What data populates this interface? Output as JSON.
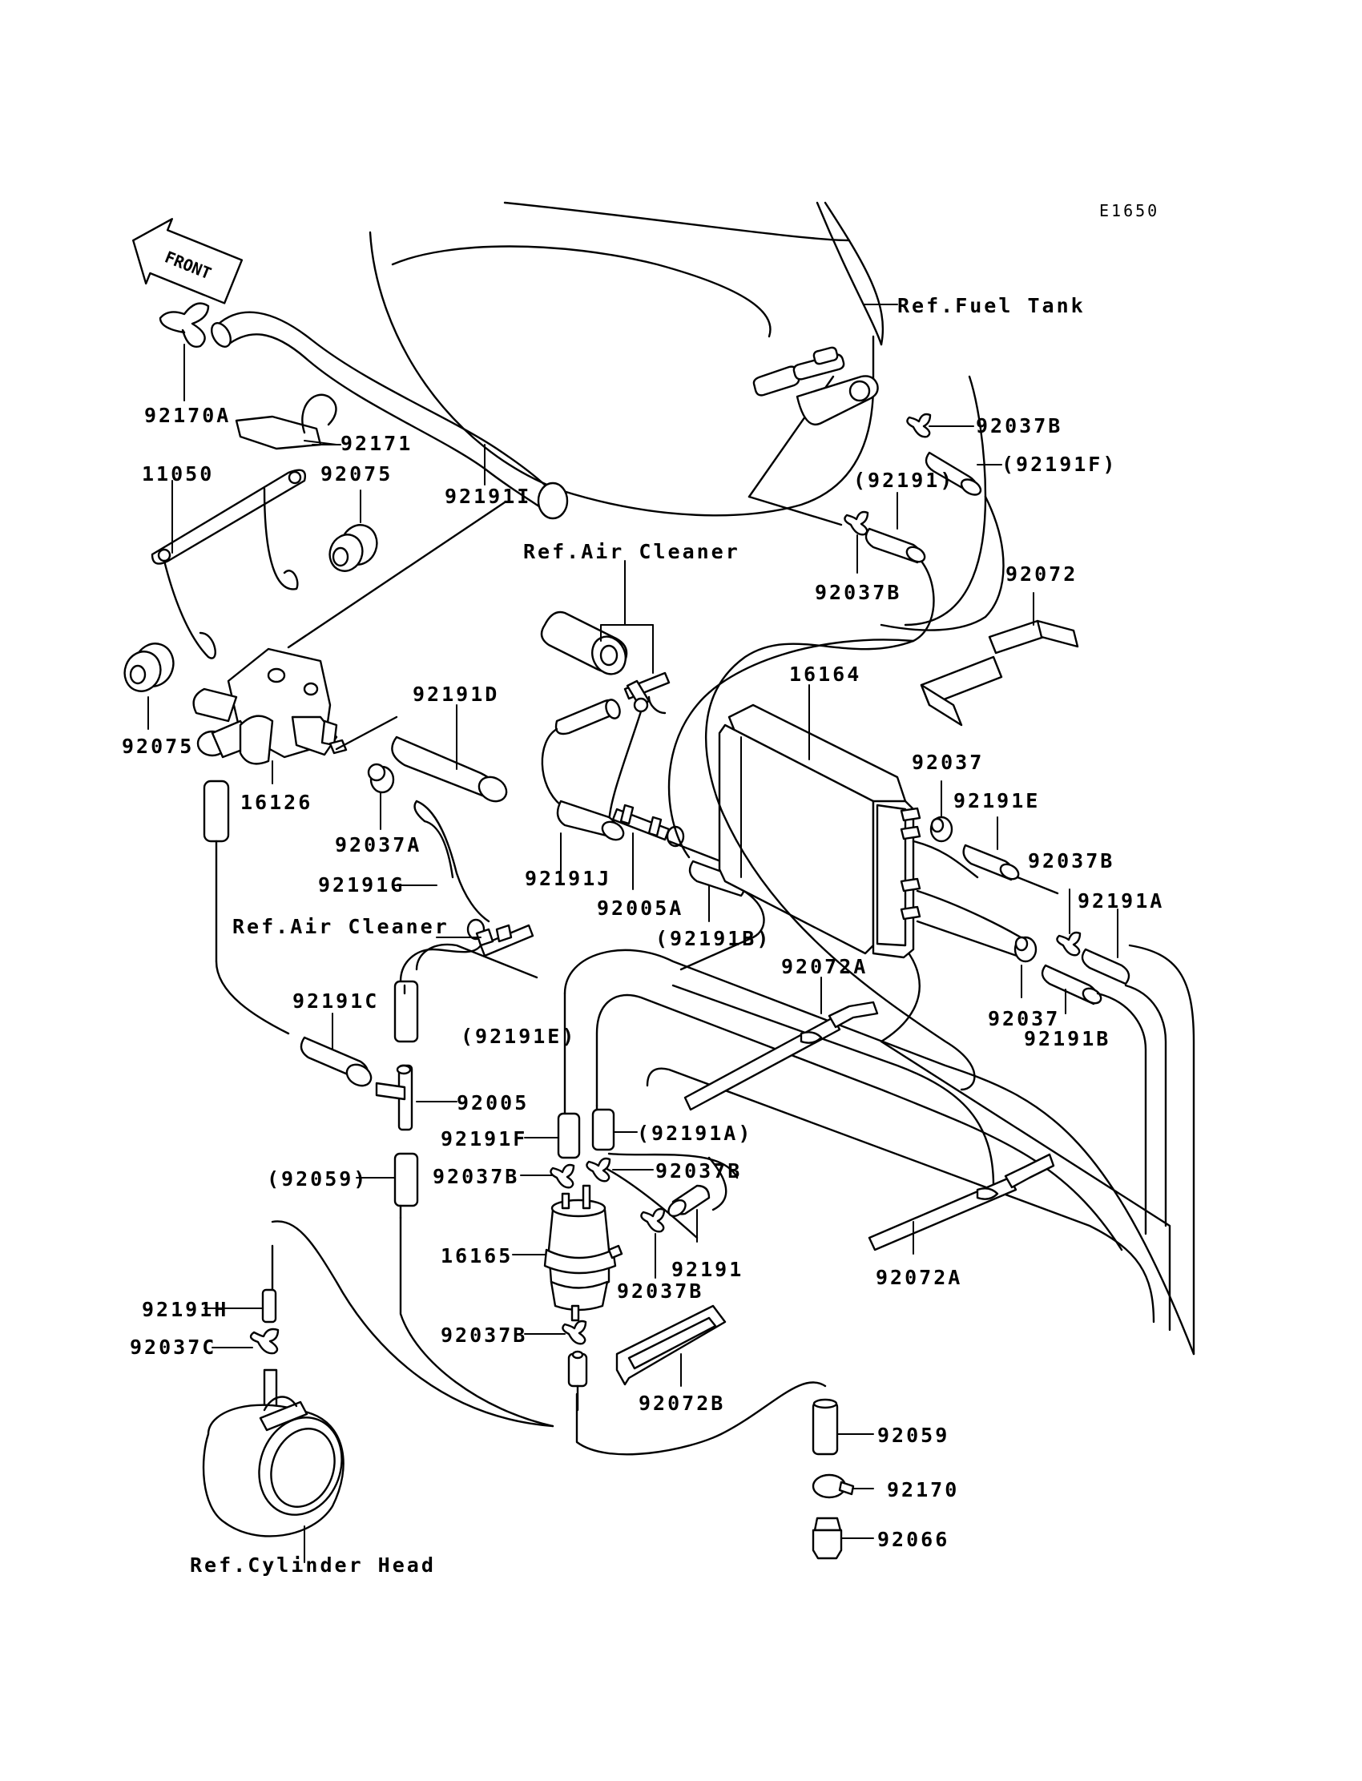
{
  "diagram_code": "E1650",
  "front_label": "FRONT",
  "labels": {
    "ref_fuel_tank": "Ref.Fuel Tank",
    "p92037B_a": "92037B",
    "p92191F_a": "(92191F)",
    "p92191_a": "(92191)",
    "p92037B_b": "92037B",
    "p92072": "92072",
    "ref_air_cleaner_a": "Ref.Air Cleaner",
    "p92170A": "92170A",
    "p92171": "92171",
    "p11050": "11050",
    "p92075_a": "92075",
    "p92191I": "92191I",
    "p92075_b": "92075",
    "p16126": "16126",
    "p92191D": "92191D",
    "p92037A": "92037A",
    "p92191G": "92191G",
    "ref_air_cleaner_b": "Ref.Air Cleaner",
    "p16164": "16164",
    "p92037_a": "92037",
    "p92191E": "92191E",
    "p92037B_c": "92037B",
    "p92191A": "92191A",
    "p92037_b": "92037",
    "p92191B": "92191B",
    "p92191J": "92191J",
    "p92005A": "92005A",
    "p92191B_paren": "(92191B)",
    "p92072A_a": "92072A",
    "p92191C": "92191C",
    "p92191E_paren": "(92191E)",
    "p92005": "92005",
    "p92191F": "92191F",
    "p92191A_paren": "(92191A)",
    "p92059_paren": "(92059)",
    "p92037B_d": "92037B",
    "p92037B_e": "92037B",
    "p16165": "16165",
    "p92191_b": "92191",
    "p92037B_f": "92037B",
    "p92072A_b": "92072A",
    "p92191H": "92191H",
    "p92037C": "92037C",
    "p92037B_g": "92037B",
    "p92072B": "92072B",
    "p92059": "92059",
    "p92170": "92170",
    "p92066": "92066",
    "ref_cylinder_head": "Ref.Cylinder Head"
  }
}
